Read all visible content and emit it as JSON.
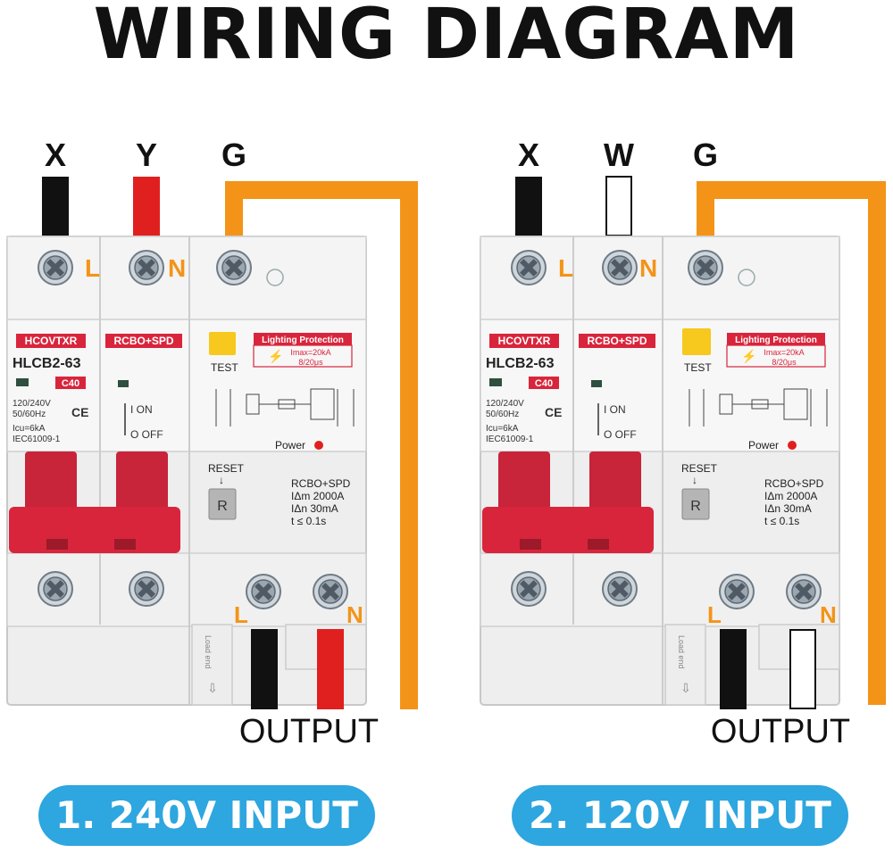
{
  "title": "WIRING DIAGRAM",
  "colors": {
    "black_wire": "#111111",
    "red_wire": "#e0201f",
    "white_wire": "#ffffff",
    "ground_wire": "#f39418",
    "brand_red": "#d8253c",
    "accent_blue": "#2ea6df",
    "terminal_label": "#f39418"
  },
  "panels": [
    {
      "wires": [
        "X",
        "Y",
        "G"
      ],
      "body": {
        "top_labels": [
          "L",
          "N"
        ],
        "brand": "HCOVTXR",
        "type_label": "RCBO+SPD",
        "model": "HLCB2-63",
        "rating": "C40",
        "specs": [
          "120/240V",
          "50/60Hz",
          "Icu=6kA",
          "IEC61009-1"
        ],
        "ce": "CE",
        "on_label": "I ON",
        "off_label": "O OFF",
        "test": "TEST",
        "lightning_title": "Lighting Protection",
        "imax": "Imax=20kA",
        "waveform": "8/20μs",
        "power": "Power",
        "reset": "RESET",
        "reset_key": "R",
        "rcbo_specs": [
          "RCBO+SPD",
          "IΔm 2000A",
          "IΔn 30mA",
          "t ≤ 0.1s"
        ],
        "load_end": "Load end",
        "bottom_labels": [
          "L",
          "N"
        ]
      },
      "output": "OUTPUT",
      "input_label": "1. 240V INPUT"
    },
    {
      "wires": [
        "X",
        "W",
        "G"
      ],
      "body": {
        "top_labels": [
          "L",
          "N"
        ],
        "brand": "HCOVTXR",
        "type_label": "RCBO+SPD",
        "model": "HLCB2-63",
        "rating": "C40",
        "specs": [
          "120/240V",
          "50/60Hz",
          "Icu=6kA",
          "IEC61009-1"
        ],
        "ce": "CE",
        "on_label": "I ON",
        "off_label": "O OFF",
        "test": "TEST",
        "lightning_title": "Lighting Protection",
        "imax": "Imax=20kA",
        "waveform": "8/20μs",
        "power": "Power",
        "reset": "RESET",
        "reset_key": "R",
        "rcbo_specs": [
          "RCBO+SPD",
          "IΔm 2000A",
          "IΔn 30mA",
          "t ≤ 0.1s"
        ],
        "load_end": "Load end",
        "bottom_labels": [
          "L",
          "N"
        ]
      },
      "output": "OUTPUT",
      "input_label": "2. 120V INPUT"
    }
  ]
}
